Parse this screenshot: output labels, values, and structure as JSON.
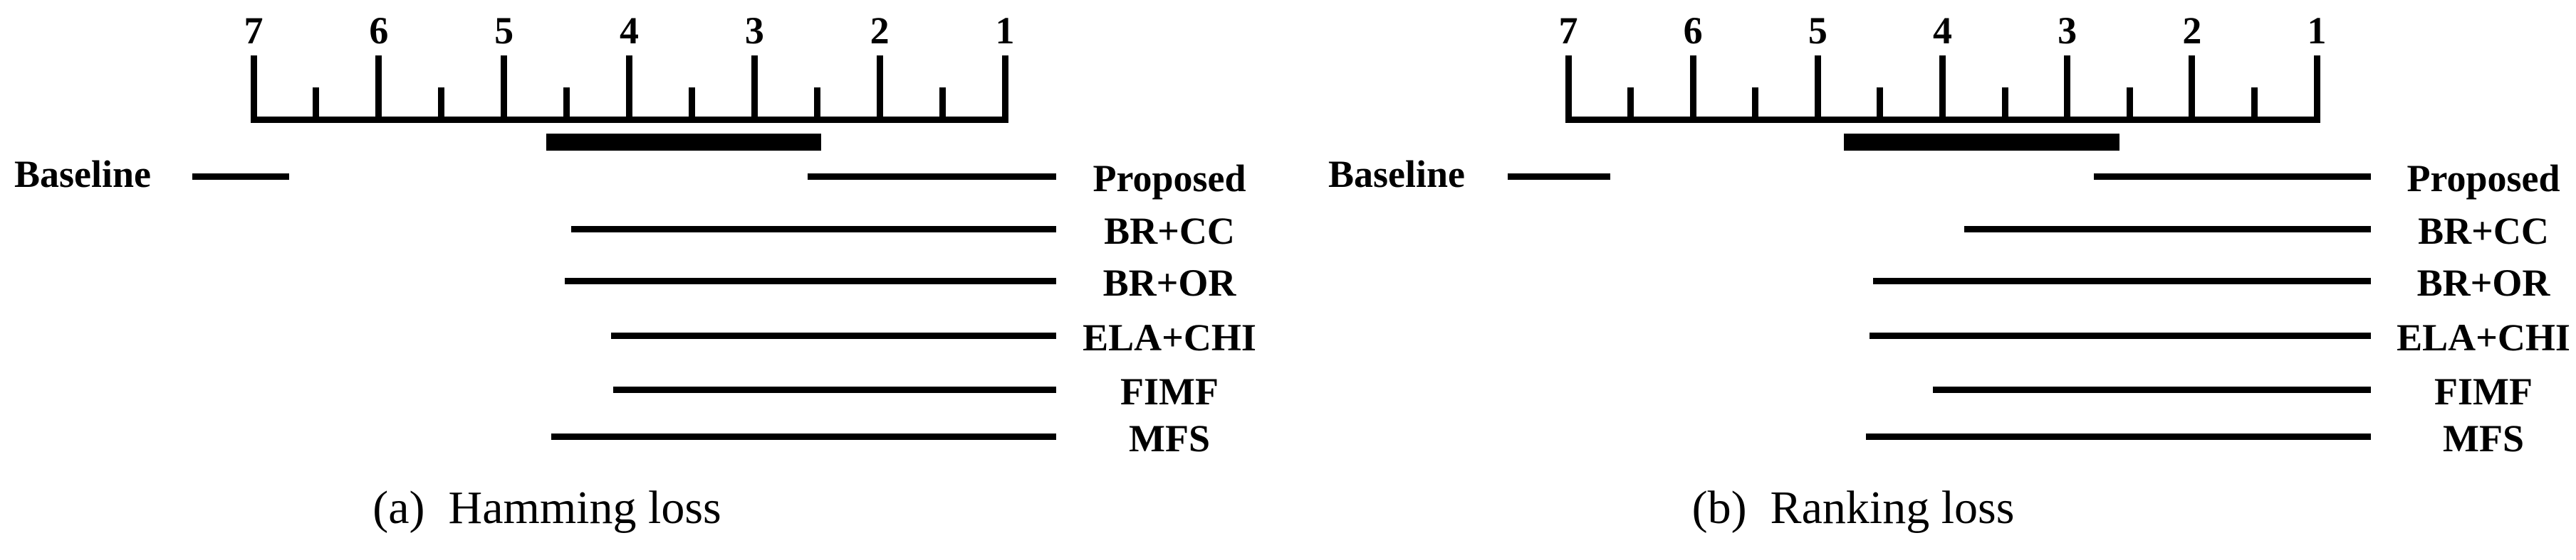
{
  "figure": {
    "background_color": "#ffffff",
    "ink_color": "#000000",
    "description": "Two critical-difference diagrams comparing average ranks of multi-label feature selection methods"
  },
  "chart_data": [
    {
      "type": "critical-difference-diagram",
      "caption": "(a)  Hamming loss",
      "axis": {
        "best_rank": 1,
        "worst_rank": 7,
        "orientation": "rank-1-on-right",
        "tick_labels": [
          "7",
          "6",
          "5",
          "4",
          "3",
          "2",
          "1"
        ],
        "minor_tick_interval": 0.5
      },
      "methods_left": [
        {
          "name": "Baseline",
          "rank": 6.74
        }
      ],
      "methods_right": [
        {
          "name": "Proposed",
          "rank": 2.55
        },
        {
          "name": "BR+CC",
          "rank": 4.44
        },
        {
          "name": "BR+OR",
          "rank": 4.49
        },
        {
          "name": "ELA+CHI",
          "rank": 4.12
        },
        {
          "name": "FIMF",
          "rank": 4.1
        },
        {
          "name": "MFS",
          "rank": 4.6
        }
      ],
      "cd_bar": {
        "from_rank": 4.66,
        "to_rank": 2.47
      }
    },
    {
      "type": "critical-difference-diagram",
      "caption": "(b)  Ranking loss",
      "axis": {
        "best_rank": 1,
        "worst_rank": 7,
        "orientation": "rank-1-on-right",
        "tick_labels": [
          "7",
          "6",
          "5",
          "4",
          "3",
          "2",
          "1"
        ],
        "minor_tick_interval": 0.5
      },
      "methods_left": [
        {
          "name": "Baseline",
          "rank": 6.69
        }
      ],
      "methods_right": [
        {
          "name": "Proposed",
          "rank": 2.76
        },
        {
          "name": "BR+CC",
          "rank": 3.8
        },
        {
          "name": "BR+OR",
          "rank": 4.53
        },
        {
          "name": "ELA+CHI",
          "rank": 4.56
        },
        {
          "name": "FIMF",
          "rank": 4.05
        },
        {
          "name": "MFS",
          "rank": 4.59
        }
      ],
      "cd_bar": {
        "from_rank": 4.79,
        "to_rank": 2.58
      }
    }
  ]
}
